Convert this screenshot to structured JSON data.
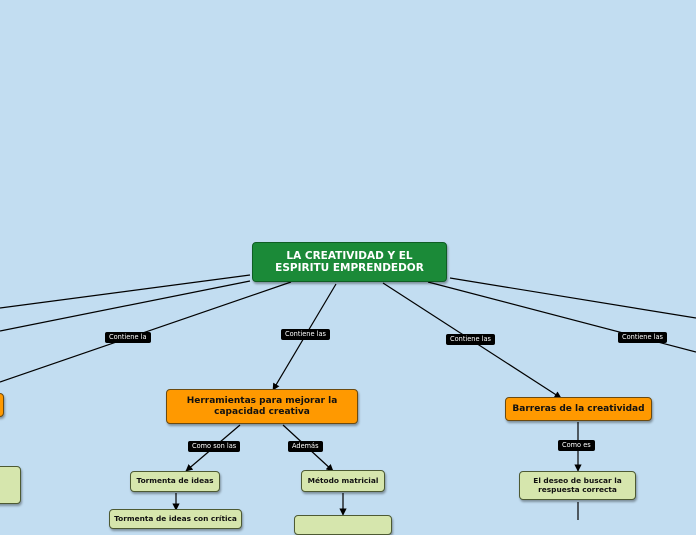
{
  "root": {
    "title": "LA CREATIVIDAD Y EL ESPIRITU EMPRENDEDOR"
  },
  "nodes": {
    "herramientas": "Herramientas para mejorar la capacidad creativa",
    "barreras": "Barreras de la creatividad",
    "tormenta": "Tormenta de ideas",
    "tormenta_critica": "Tormenta de ideas con crítica",
    "metodo": "Método matricial",
    "deseo": "El deseo de buscar la respuesta correcta"
  },
  "labels": {
    "contiene_la": "Contiene la",
    "contiene_las_1": "Contiene las",
    "contiene_las_2": "Contiene las",
    "contiene_las_3": "Contiene las",
    "como_son_las": "Como son las",
    "ademas": "Además",
    "como_es": "Como es"
  },
  "colors": {
    "background": "#c2ddf1",
    "root": "#1b8a38",
    "orange": "#ff9900",
    "green": "#d6e6ad",
    "line": "#000000"
  }
}
